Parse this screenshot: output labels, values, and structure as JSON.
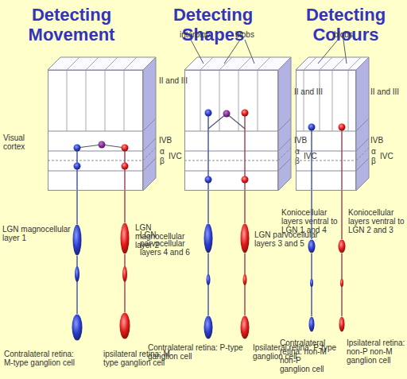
{
  "diagram": {
    "nodes": [
      {
        "text": [
          "Visual cortex",
          "II and III",
          "IVB",
          "α",
          "β",
          "IVC"
        ]
      },
      {
        "text": [
          "LGN magnocellular layer 1"
        ]
      },
      {
        "text": [
          "LGN magnocellular layer 2"
        ]
      },
      {
        "text": [
          "Contralateral retina: M-type ganglion cell"
        ]
      },
      {
        "text": [
          "ipsilateral retina: M-type ganglion cell"
        ]
      },
      {
        "text": [
          "interblob",
          "blobs",
          "II and III",
          "IVB",
          "α",
          "β",
          "IVC"
        ]
      },
      {
        "text": [
          "LGN parvocellular layers 4 and 6"
        ]
      },
      {
        "text": [
          "LGN parvocellular layers 3 and 5"
        ]
      },
      {
        "text": [
          "Contralateral retina: P-type ganglion cell"
        ]
      },
      {
        "text": [
          "Ipsilateral retina: P-type ganglion cell"
        ]
      },
      {
        "text": [
          "blobs",
          "II and III",
          "IVB",
          "α",
          "β",
          "IVC"
        ]
      },
      {
        "text": [
          "Koniocellular layers ventral to LGN 1 and 4"
        ]
      },
      {
        "text": [
          "Koniocellular layers ventral to LGN 2 and 3"
        ]
      },
      {
        "text": [
          "Contralateral retina: non-M non-P ganglion cell"
        ]
      },
      {
        "text": [
          "Ipsilateral retina: non-P non-M ganglion cell"
        ]
      }
    ],
    "edges": [
      {
        "from": 3,
        "to": 1,
        "arrow": "none"
      },
      {
        "from": 1,
        "to": 0,
        "arrow": "none"
      },
      {
        "from": 4,
        "to": 2,
        "arrow": "none"
      },
      {
        "from": 2,
        "to": 0,
        "arrow": "none"
      },
      {
        "from": 8,
        "to": 6,
        "arrow": "none"
      },
      {
        "from": 6,
        "to": 5,
        "arrow": "none"
      },
      {
        "from": 9,
        "to": 7,
        "arrow": "none"
      },
      {
        "from": 7,
        "to": 5,
        "arrow": "none"
      },
      {
        "from": 13,
        "to": 11,
        "arrow": "none"
      },
      {
        "from": 11,
        "to": 10,
        "arrow": "none"
      },
      {
        "from": 14,
        "to": 12,
        "arrow": "none"
      },
      {
        "from": 12,
        "to": 10,
        "arrow": "none"
      }
    ],
    "labels": [
      "Detecting Movement",
      "Detecting Shapes",
      "Detecting Colours"
    ]
  }
}
